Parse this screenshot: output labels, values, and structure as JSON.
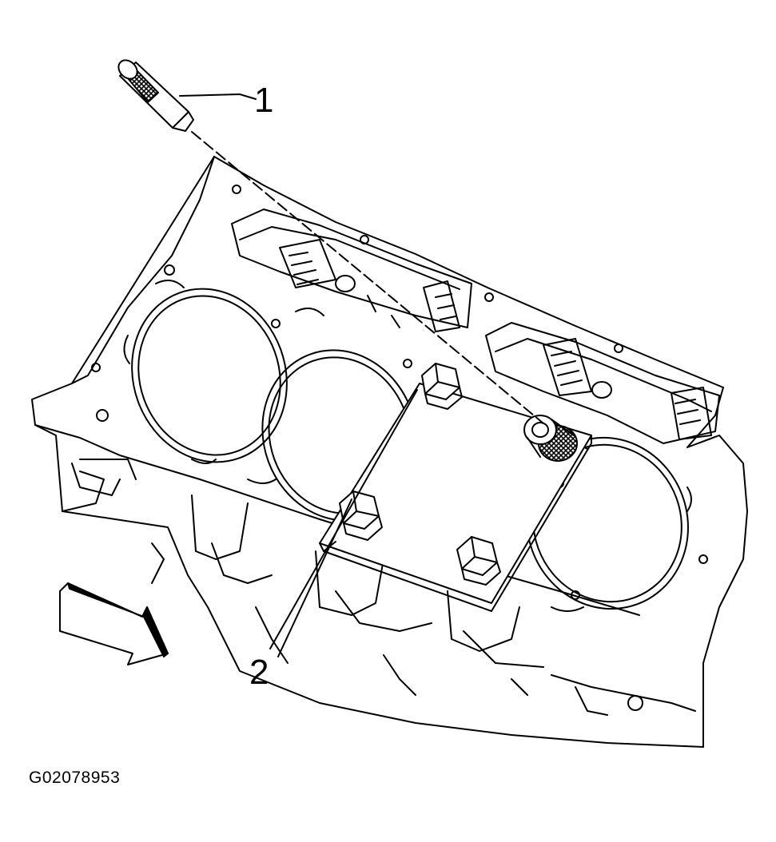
{
  "figure": {
    "callouts": [
      {
        "label": "1"
      },
      {
        "label": "2"
      }
    ],
    "figure_id": "G02078953",
    "colors": {
      "line": "#000000",
      "background": "#ffffff"
    }
  }
}
